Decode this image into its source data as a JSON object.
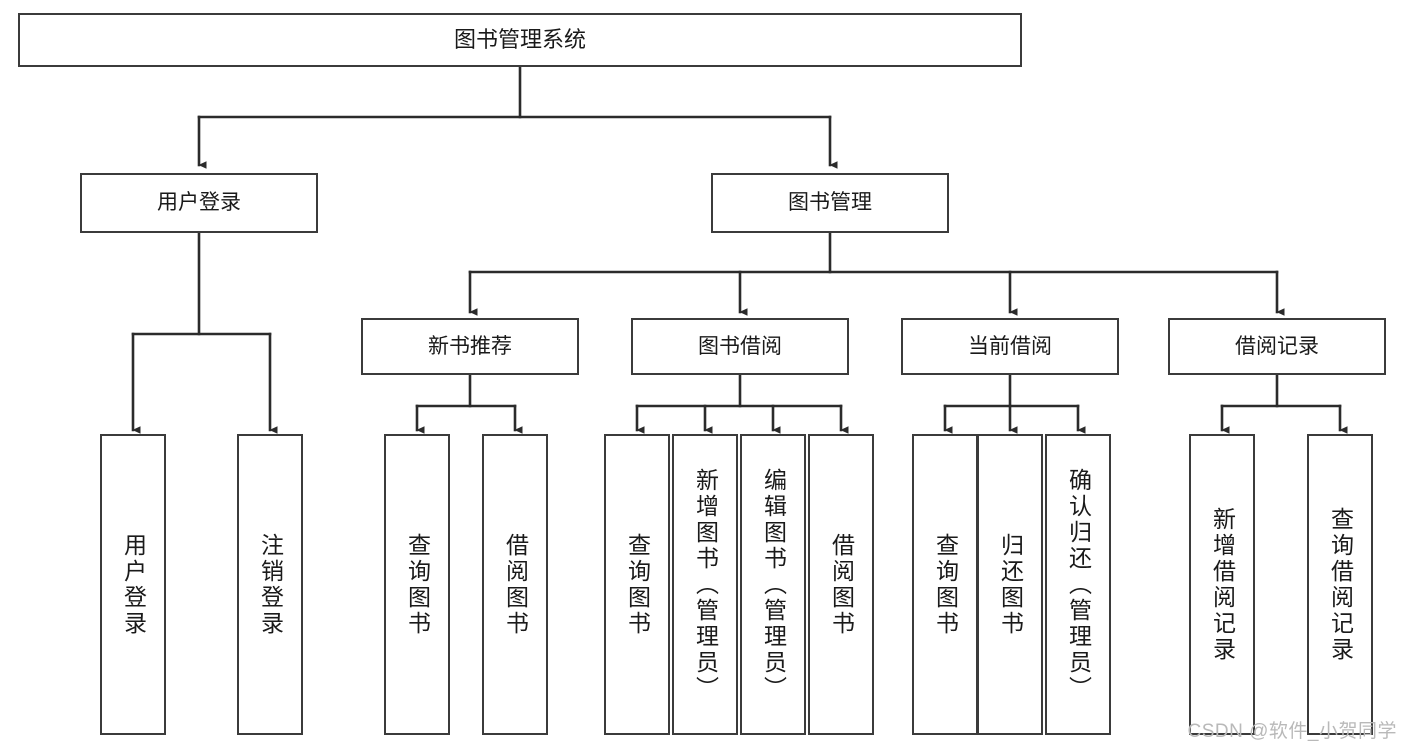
{
  "diagram": {
    "type": "tree-hierarchy-chart",
    "title": "图书管理系统",
    "orientation": "top-down",
    "colors": {
      "box_border": "#3b3b3b",
      "box_fill": "#ffffff",
      "edge": "#2b2b2b",
      "text": "#1a1a1a",
      "watermark": "#b9b9b9",
      "background": "#ffffff"
    },
    "root": {
      "label": "图书管理系统"
    },
    "level2": [
      {
        "label": "用户登录"
      },
      {
        "label": "图书管理"
      }
    ],
    "level3": [
      {
        "label": "新书推荐"
      },
      {
        "label": "图书借阅"
      },
      {
        "label": "当前借阅"
      },
      {
        "label": "借阅记录"
      }
    ],
    "leaves": {
      "user_login": [
        {
          "label": "用户登录"
        },
        {
          "label": "注销登录"
        }
      ],
      "new_book_recommend": [
        {
          "label": "查询图书"
        },
        {
          "label": "借阅图书"
        }
      ],
      "book_borrow": [
        {
          "label": "查询图书"
        },
        {
          "label": "新增图书（管理员）"
        },
        {
          "label": "编辑图书（管理员）"
        },
        {
          "label": "借阅图书"
        }
      ],
      "current_borrow": [
        {
          "label": "查询图书"
        },
        {
          "label": "归还图书"
        },
        {
          "label": "确认归还（管理员）"
        }
      ],
      "borrow_record": [
        {
          "label": "新增借阅记录"
        },
        {
          "label": "查询借阅记录"
        }
      ]
    },
    "watermark": "CSDN @软件_小贺同学"
  }
}
